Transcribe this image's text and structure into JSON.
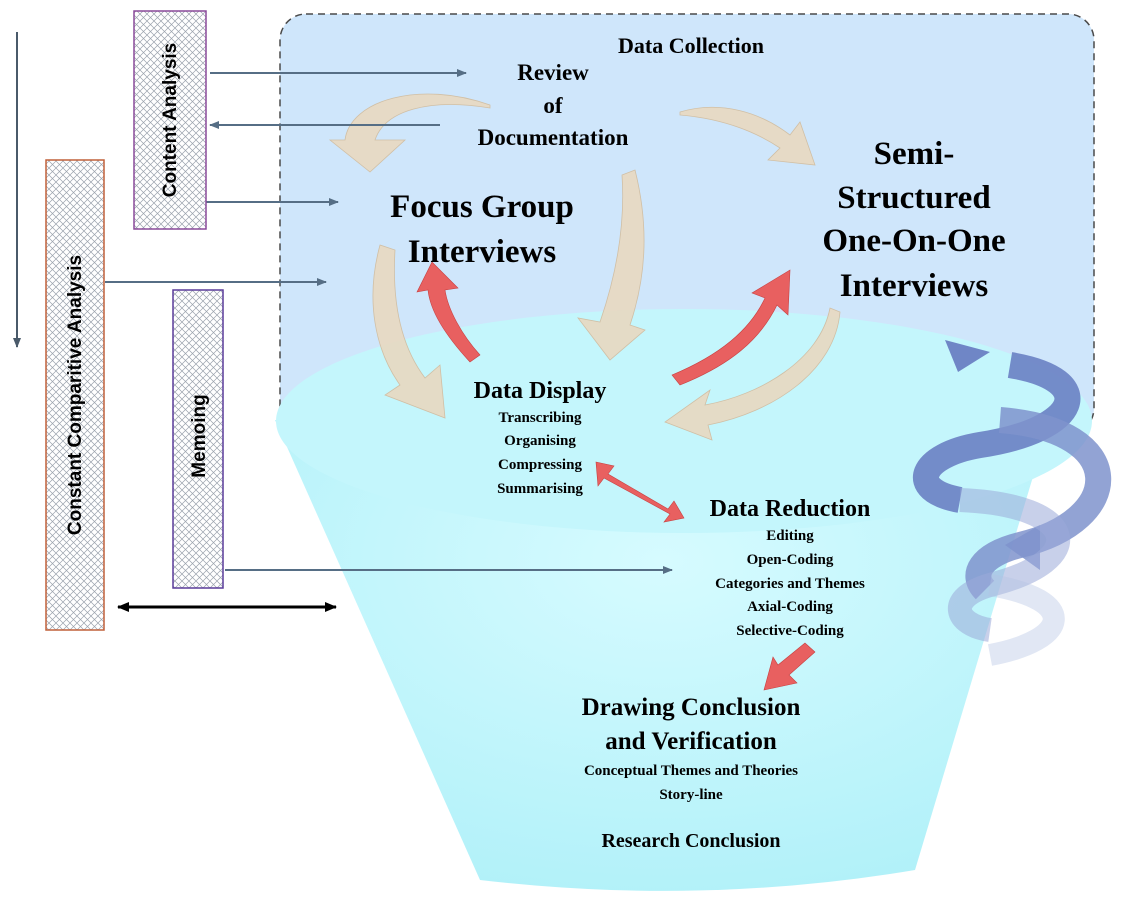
{
  "data_collection": {
    "title": "Data Collection",
    "review": {
      "line1": "Review",
      "line2": "of",
      "line3": "Documentation"
    },
    "focus_group": {
      "line1": "Focus Group",
      "line2": "Interviews"
    },
    "semi_structured": {
      "line1": "Semi-",
      "line2": "Structured",
      "line3": "One-On-One",
      "line4": "Interviews"
    }
  },
  "data_display": {
    "title": "Data Display",
    "items": [
      "Transcribing",
      "Organising",
      "Compressing",
      "Summarising"
    ]
  },
  "data_reduction": {
    "title": "Data Reduction",
    "items": [
      "Editing",
      "Open-Coding",
      "Categories and Themes",
      "Axial-Coding",
      "Selective-Coding"
    ]
  },
  "drawing_conclusion": {
    "line1": "Drawing Conclusion",
    "line2": "and Verification",
    "items": [
      "Conceptual Themes and Theories",
      "Story-line"
    ]
  },
  "research_conclusion": "Research Conclusion",
  "side_boxes": {
    "content_analysis": "Content Analysis",
    "constant_comparative": "Constant Comparitive Analysis",
    "memoing": "Memoing"
  },
  "colors": {
    "collection_bg": "#cfe6fb",
    "funnel": "#b8f4fb",
    "beige_arrow": "#e8d8c0",
    "red_arrow": "#e86060",
    "blue_spiral": "#6f86c6",
    "connector": "#566e85",
    "box_border_content": "#8a4a9a",
    "box_border_constant": "#c0603a",
    "box_border_memoing": "#5a3c9a"
  }
}
